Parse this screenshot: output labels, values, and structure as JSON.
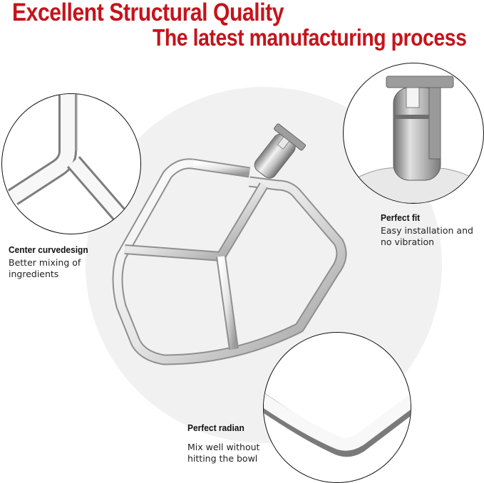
{
  "header": {
    "title": "Excellent Structural Quality",
    "subtitle": "The latest manufacturing process"
  },
  "colors": {
    "headline": "#c5131b",
    "background_disc": "#f1f1f1",
    "text": "#111111",
    "circle_border": "#111111"
  },
  "product": {
    "name": "flat-beater-attachment",
    "material_look": "polished stainless steel"
  },
  "features": [
    {
      "title": "Center curvedesign",
      "description": "Better mixing of ingredients",
      "detail_view": "center-junction-closeup"
    },
    {
      "title": "Perfect fit",
      "description": "Easy installation and no vibration",
      "detail_view": "shaft-coupling-closeup"
    },
    {
      "title": "Perfect radian",
      "description": "Mix well without hitting the bowl",
      "detail_view": "edge-curve-closeup"
    }
  ]
}
